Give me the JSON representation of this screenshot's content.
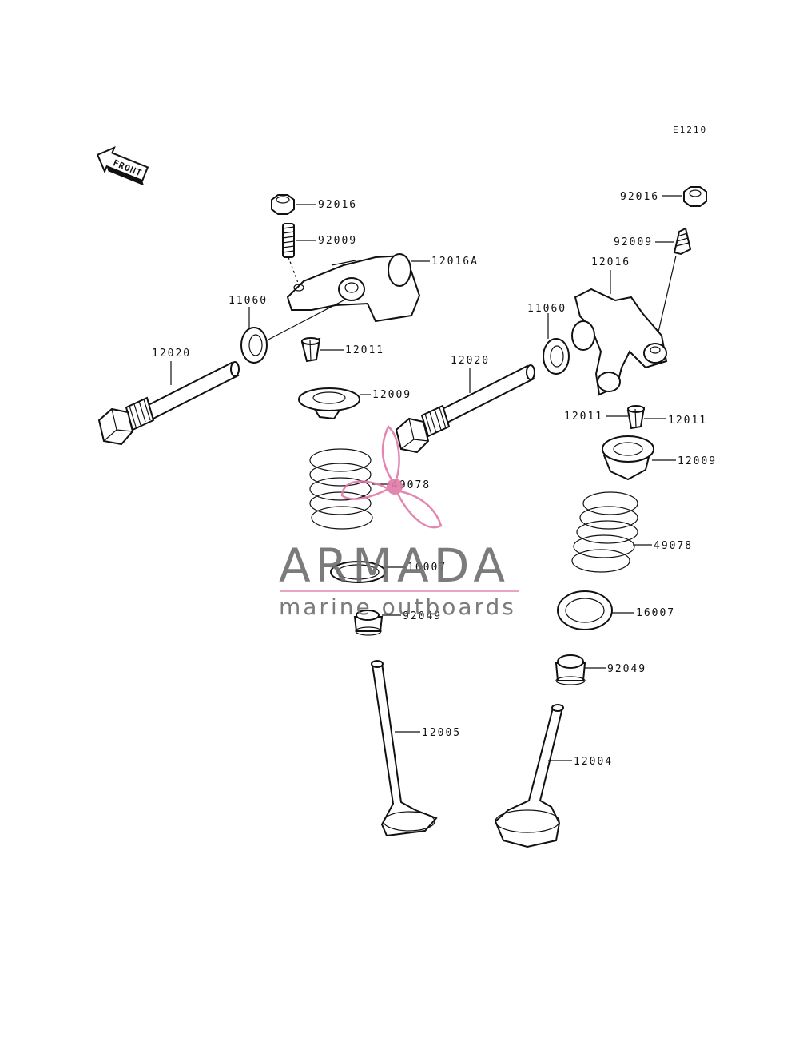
{
  "diagram_code": "E1210",
  "front_label": "FRONT",
  "labels": {
    "nut_left": "92016",
    "stud_left": "92009",
    "rocker_left": "12016A",
    "washer_left": "11060",
    "shaft_left": "12020",
    "collet_left": "12011",
    "retainer_left": "12009",
    "spring_left": "49078",
    "seat_left": "16007",
    "seal_left": "92049",
    "valve_left": "12005",
    "nut_right": "92016",
    "stud_right": "92009",
    "rocker_right": "12016",
    "washer_right": "11060",
    "shaft_right": "12020",
    "collet_right_a": "12011",
    "collet_right_b": "12011",
    "retainer_right": "12009",
    "spring_right": "49078",
    "seat_right": "16007",
    "seal_right": "92049",
    "valve_right": "12004"
  },
  "watermark": {
    "brand": "ARMADA",
    "tagline": "marine outboards",
    "accent_color": "#e07aa8",
    "text_color": "#6d6d6d"
  }
}
